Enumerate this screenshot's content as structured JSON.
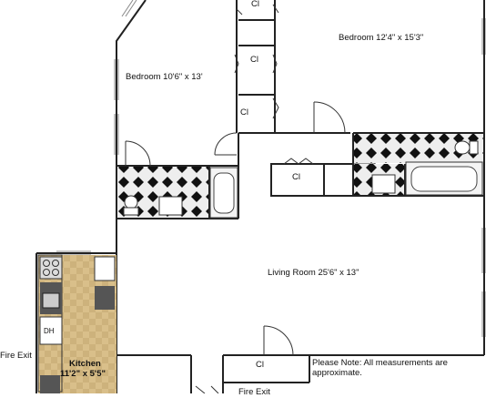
{
  "rooms": {
    "bedroom_right": "Bedroom 12'4\" x 15'3\"",
    "bedroom_left": "Bedroom 10'6\" x 13'",
    "living_room": "Living Room 25'6\" x 13\"",
    "kitchen_name": "Kitchen",
    "kitchen_size": "11'2\" x 5'5\""
  },
  "closets": {
    "top": "Cl",
    "mid": "Cl",
    "low": "Cl",
    "hall": "Cl",
    "bottom": "Cl"
  },
  "appliances": {
    "dishwasher": "DH"
  },
  "exits": {
    "left": "Fire Exit",
    "bottom": "Fire Exit"
  },
  "note": "Please Note: All measurements are approximate.",
  "colors": {
    "wall": "#222222",
    "kitchen_floor": "#d8c08c",
    "tile_dark": "#111111",
    "tile_light": "#e8e8e8",
    "counter": "#555555"
  }
}
